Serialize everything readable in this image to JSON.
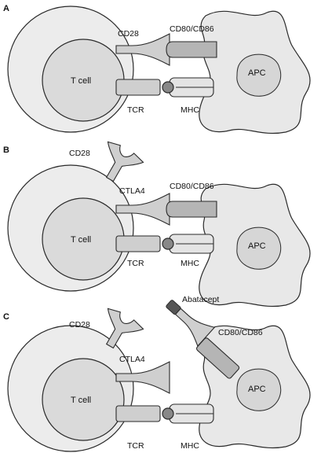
{
  "panels": [
    {
      "letter": "A",
      "labels": {
        "cd28": "CD28",
        "cd80_86": "CD80/CD86",
        "t_cell": "T cell",
        "apc": "APC",
        "tcr": "TCR",
        "mhc": "MHC"
      }
    },
    {
      "letter": "B",
      "labels": {
        "cd28": "CD28",
        "ctla4": "CTLA4",
        "cd80_86": "CD80/CD86",
        "t_cell": "T cell",
        "apc": "APC",
        "tcr": "TCR",
        "mhc": "MHC"
      }
    },
    {
      "letter": "C",
      "labels": {
        "abatacept": "Abatacept",
        "cd28": "CD28",
        "ctla4": "CTLA4",
        "cd80_86": "CD80/CD86",
        "t_cell": "T cell",
        "apc": "APC",
        "tcr": "TCR",
        "mhc": "MHC"
      }
    }
  ],
  "colors": {
    "outline": "#2a2a2a",
    "cell_outer": "#ececec",
    "cell_inner": "#dadada",
    "apc_body": "#e8e8e8",
    "apc_nucleus": "#d6d6d6",
    "receptor": "#cfcfcf",
    "ligand": "#b5b5b5",
    "mhc": "#e4e4e4",
    "peptide": "#888888",
    "abatacept_cap": "#555555"
  }
}
